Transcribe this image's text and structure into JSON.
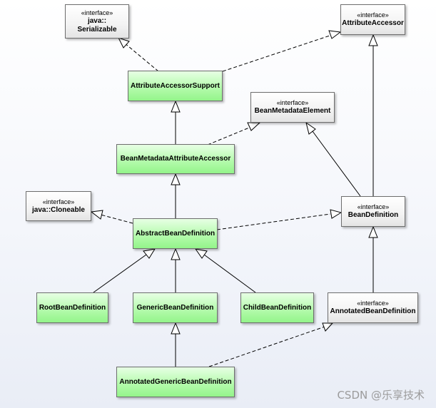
{
  "nodes": {
    "serializable": {
      "stereotype": "«interface»",
      "line1": "java::",
      "line2": "Serializable"
    },
    "attribute_accessor": {
      "stereotype": "«interface»",
      "line1": "AttributeAccessor"
    },
    "attribute_accessor_support": {
      "line1": "AttributeAccessorSupport"
    },
    "bean_metadata_element": {
      "stereotype": "«interface»",
      "line1": "BeanMetadataElement"
    },
    "bean_metadata_attribute_accessor": {
      "line1": "BeanMetadataAttributeAccessor"
    },
    "cloneable": {
      "stereotype": "«interface»",
      "line1": "java::Cloneable"
    },
    "abstract_bean_definition": {
      "line1": "AbstractBeanDefinition"
    },
    "bean_definition": {
      "stereotype": "«interface»",
      "line1": "BeanDefinition"
    },
    "root_bean_definition": {
      "line1": "RootBeanDefinition"
    },
    "generic_bean_definition": {
      "line1": "GenericBeanDefinition"
    },
    "child_bean_definition": {
      "line1": "ChildBeanDefinition"
    },
    "annotated_bean_definition": {
      "stereotype": "«interface»",
      "line1": "AnnotatedBeanDefinition"
    },
    "annotated_generic_bean_definition": {
      "line1": "AnnotatedGenericBeanDefinition"
    }
  },
  "watermark": "CSDN @乐享技术"
}
